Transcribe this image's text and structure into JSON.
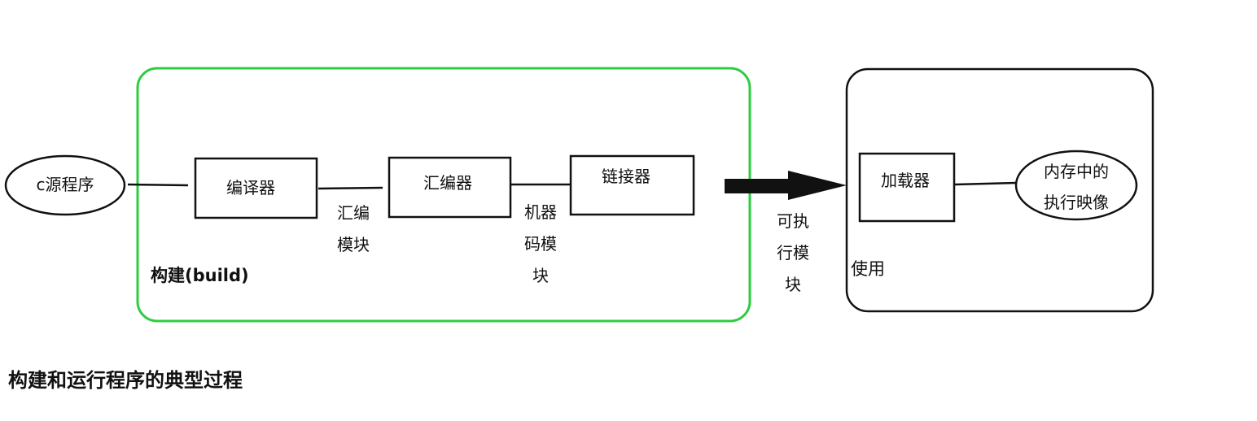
{
  "colors": {
    "build_border": "#2ecc40",
    "stroke": "#111111",
    "text": "#111111",
    "background": "#ffffff"
  },
  "nodes": {
    "source": "c源程序",
    "compiler": "编译器",
    "assembler": "汇编器",
    "linker": "链接器",
    "loader": "加载器",
    "memory_image": [
      "内存中的",
      "执行映像"
    ]
  },
  "edge_labels": {
    "assembly_module": [
      "汇编",
      "模块"
    ],
    "machine_code_module": [
      "机器",
      "码模",
      "块"
    ],
    "executable_module": [
      "可执",
      "行模",
      "块"
    ]
  },
  "groups": {
    "build": "构建(build)",
    "use": "使用"
  },
  "caption": "构建和运行程序的典型过程"
}
